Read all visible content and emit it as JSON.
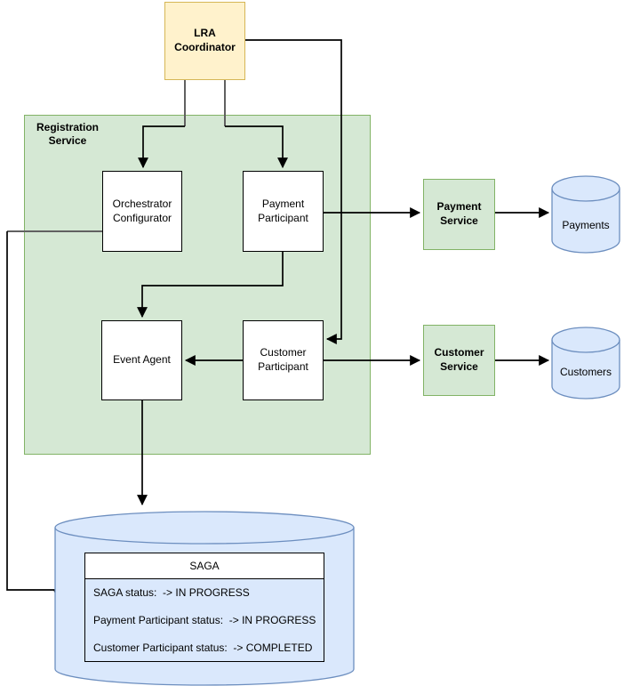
{
  "nodes": {
    "lra_coordinator": {
      "label": "LRA\nCoordinator"
    },
    "registration_service": {
      "label": "Registration\nService"
    },
    "orchestrator_configurator": {
      "label": "Orchestrator\nConfigurator"
    },
    "payment_participant": {
      "label": "Payment\nParticipant"
    },
    "event_agent": {
      "label": "Event Agent"
    },
    "customer_participant": {
      "label": "Customer\nParticipant"
    },
    "payment_service": {
      "label": "Payment\nService"
    },
    "customer_service": {
      "label": "Customer\nService"
    },
    "payments_db": {
      "label": "Payments"
    },
    "customers_db": {
      "label": "Customers"
    }
  },
  "saga_table": {
    "header": "SAGA",
    "rows": [
      "SAGA status:  -> IN PROGRESS",
      "Payment Participant status:  -> IN PROGRESS",
      "Customer Participant status:  -> COMPLETED"
    ]
  },
  "colors": {
    "yellow_fill": "#FFF2CC",
    "yellow_stroke": "#D6B656",
    "green_fill": "#D5E8D4",
    "green_stroke": "#82B366",
    "blue_fill": "#DAE8FC",
    "blue_stroke": "#6C8EBF",
    "connector": "#000000",
    "connector_gray": "#616161"
  }
}
